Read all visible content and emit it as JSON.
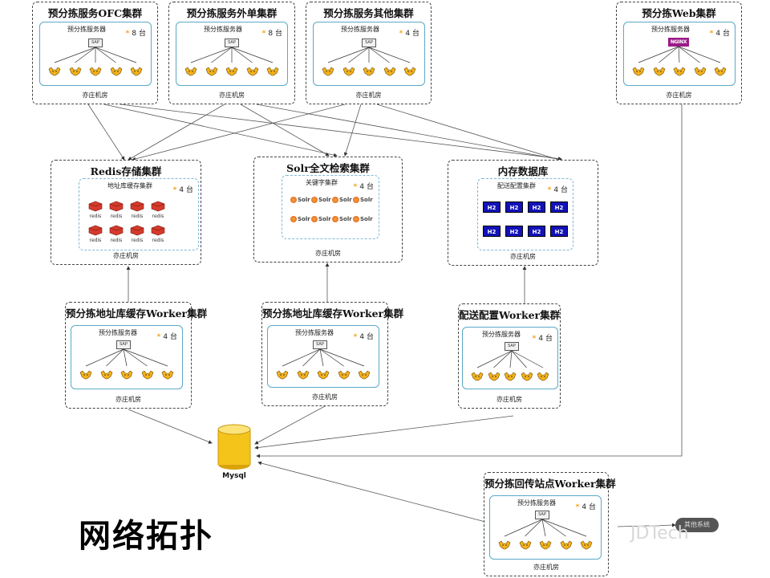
{
  "clusters": {
    "ofc": {
      "title": "预分拣服务OFC集群",
      "server": "预分拣服务器",
      "count": "8 台",
      "sap": "SAP",
      "location": "亦庄机房"
    },
    "external": {
      "title": "预分拣服务外单集群",
      "server": "预分拣服务器",
      "count": "8 台",
      "sap": "SAP",
      "location": "亦庄机房"
    },
    "other": {
      "title": "预分拣服务其他集群",
      "server": "预分拣服务器",
      "count": "4 台",
      "sap": "SAP",
      "location": "亦庄机房"
    },
    "web": {
      "title": "预分拣Web集群",
      "server": "预分拣服务器",
      "count": "4 台",
      "nginx": "NGINX",
      "location": "亦庄机房"
    },
    "redis": {
      "title": "Redis存储集群",
      "inner": "地址库缓存集群",
      "count": "4 台",
      "node_label": "redis",
      "location": "亦庄机房"
    },
    "solr": {
      "title": "Solr全文检索集群",
      "inner": "关键字集群",
      "count": "4 台",
      "node_label": "Solr",
      "location": "亦庄机房"
    },
    "memdb": {
      "title": "内存数据库",
      "inner": "配送配置集群",
      "count": "4 台",
      "node_label": "H2",
      "location": "亦庄机房"
    },
    "addr_worker": {
      "title": "预分拣地址库缓存Worker集群",
      "server": "预分拣服务器",
      "count": "4 台",
      "sap": "SAP",
      "location": "亦庄机房"
    },
    "addr_worker2": {
      "title": "预分拣地址库缓存Worker集群",
      "server": "预分拣服务器",
      "count": "4 台",
      "sap": "SAP",
      "location": "亦庄机房"
    },
    "config_worker": {
      "title": "配送配置Worker集群",
      "server": "预分拣服务器",
      "count": "4 台",
      "sap": "SAP",
      "location": "亦庄机房"
    },
    "callback_worker": {
      "title": "预分拣回传站点Worker集群",
      "server": "预分拣服务器",
      "count": "4 台",
      "sap": "SAP",
      "location": "亦庄机房"
    }
  },
  "mysql": {
    "label": "Mysql"
  },
  "page_title": "网络拓扑",
  "external_system": "其他系统",
  "watermark": "JDTech",
  "colors": {
    "count_star": "#f2a21c",
    "inner_border": "#5aa9c8",
    "h2": "#1212b8",
    "redis": "#d63a2c",
    "nginx": "#9b1a88",
    "mysql": "#f4c41a"
  }
}
